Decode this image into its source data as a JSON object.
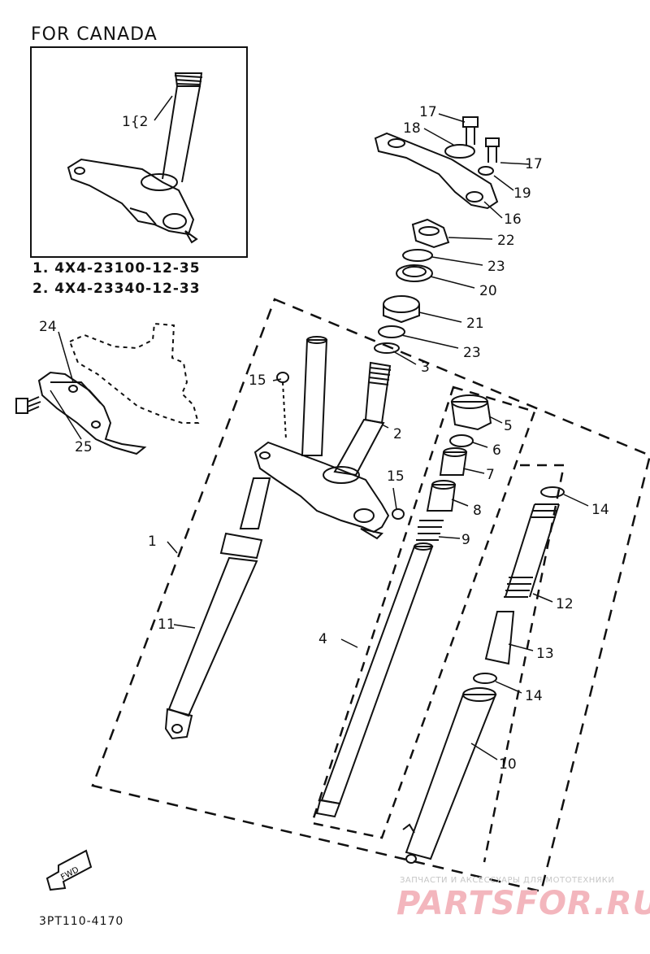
{
  "title": "FOR CANADA",
  "inset_notes": [
    "1. 4X4-23100-12-35",
    "2. 4X4-23340-12-33"
  ],
  "inset_callout": "1{2",
  "diagram_code": "3PT110-4170",
  "fwd_label": "FWD",
  "watermark_caption": "ЗАПЧАСТИ И АКСЕССУАРЫ ДЛЯ МОТОТЕХНИКИ",
  "watermark_logo": "PARTSFOR.RU",
  "part_labels": [
    "1",
    "2",
    "3",
    "4",
    "5",
    "6",
    "7",
    "8",
    "9",
    "10",
    "11",
    "12",
    "13",
    "14",
    "14",
    "15",
    "15",
    "16",
    "17",
    "17",
    "18",
    "19",
    "20",
    "21",
    "22",
    "23",
    "23",
    "24",
    "25"
  ]
}
